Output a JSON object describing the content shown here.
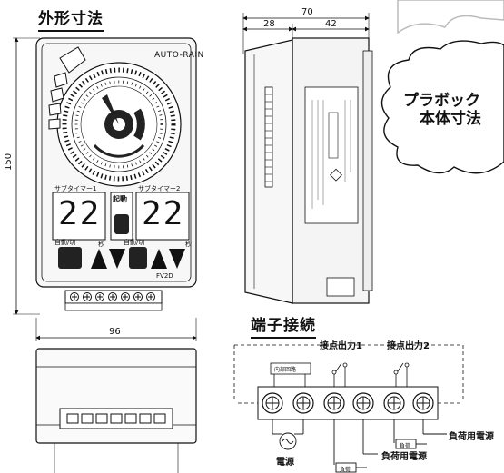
{
  "headings": {
    "dimensions": "外形寸法",
    "wiring": "端子接続"
  },
  "front_view": {
    "brand": "AUTO-RAIN",
    "model": "FV2D",
    "start_label": "起動",
    "sub_timer_1": "サブタイマー1",
    "sub_timer_2": "サブタイマー2",
    "digits_1": "22",
    "digits_2": "22",
    "auto_off_1": "自動/切",
    "auto_off_2": "自動/切",
    "seconds_1": "秒",
    "seconds_2": "秒",
    "height_dim": "150",
    "width_dim": "96"
  },
  "side_view": {
    "total_dim": "70",
    "left_dim": "28",
    "right_dim": "42"
  },
  "bubble": {
    "line1": "プラボック",
    "line2": "本体寸法"
  },
  "wiring": {
    "contact_out_1": "接点出力1",
    "contact_out_2": "接点出力2",
    "internal_circuit": "内部回路",
    "power": "電源",
    "load_power_1": "負荷用電源",
    "load_power_2": "負荷用電源",
    "load_1": "負荷",
    "load_2": "負荷"
  }
}
